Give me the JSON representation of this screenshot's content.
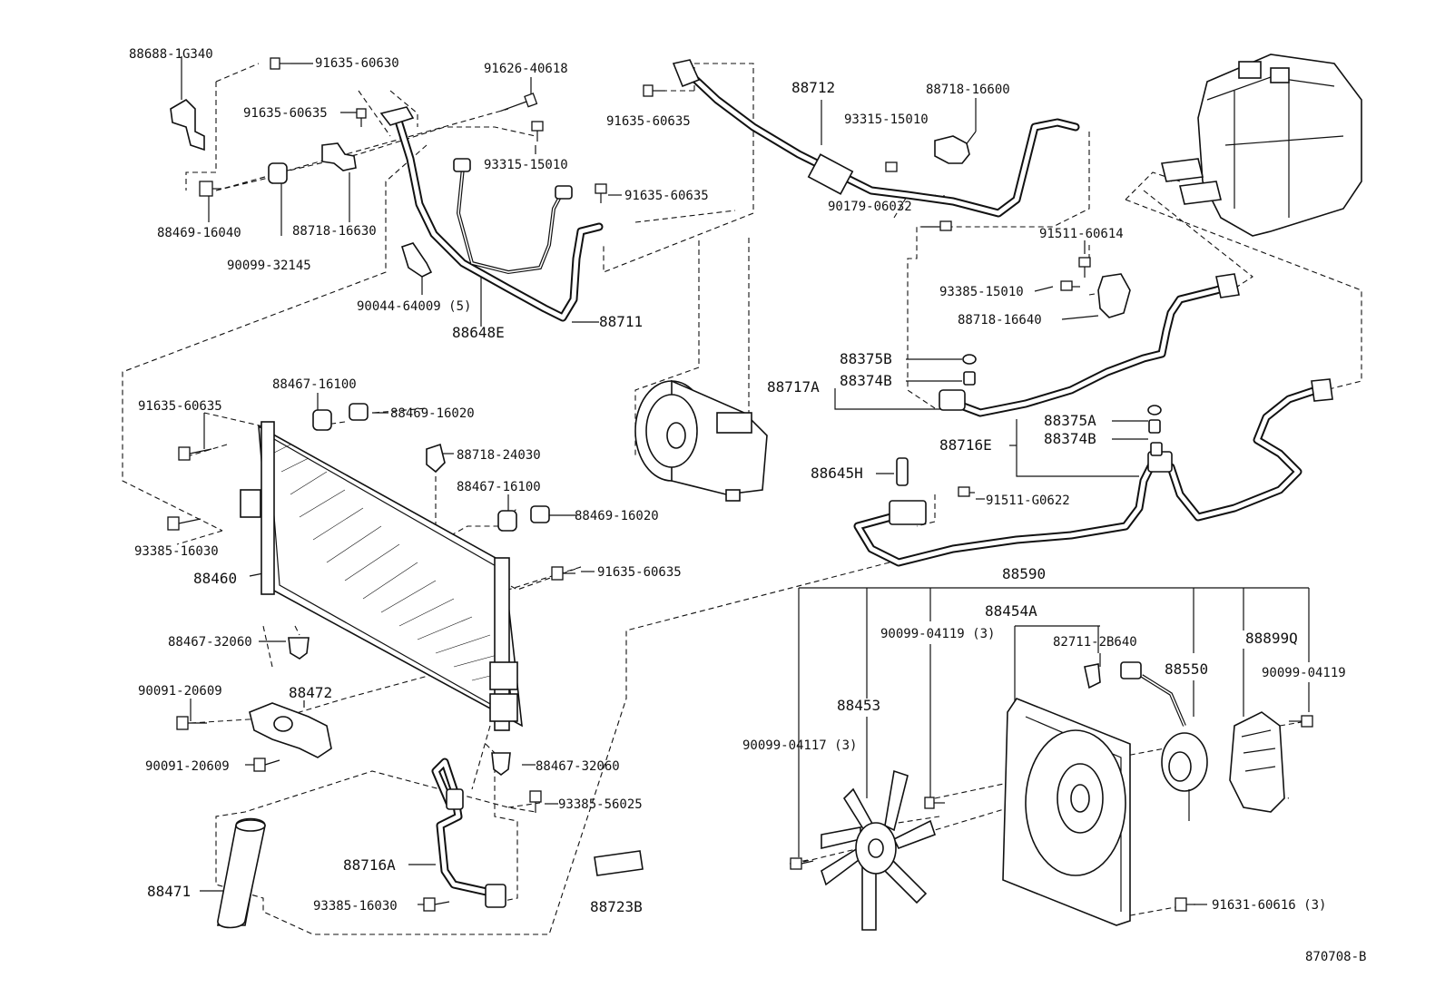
{
  "diagram": {
    "drawing_code": "870708-B",
    "labels": {
      "l_88688": "88688-1G340",
      "l_91635a": "91635-60630",
      "l_91626": "91626-40618",
      "l_91635b": "91635-60635",
      "l_93315a": "93315-15010",
      "l_88469a": "88469-16040",
      "l_90099a": "90099-32145",
      "l_88718a": "88718-16630",
      "l_91635c": "91635-60635",
      "l_90044": "90044-64009 (5)",
      "l_88648e": "88648E",
      "l_88711": "88711",
      "l_91635d": "91635-60635",
      "l_88712": "88712",
      "l_88718b": "88718-16600",
      "l_93315b": "93315-15010",
      "l_90179": "90179-06032",
      "l_91511a": "91511-60614",
      "l_93385a": "93385-15010",
      "l_88718c": "88718-16640",
      "l_88375b": "88375B",
      "l_88717a": "88717A",
      "l_88374b1": "88374B",
      "l_88375a": "88375A",
      "l_88716e": "88716E",
      "l_88374b2": "88374B",
      "l_88645h": "88645H",
      "l_91511b": "91511-G0622",
      "l_91635e": "91635-60635",
      "l_88467a": "88467-16100",
      "l_88469b": "88469-16020",
      "l_88718d": "88718-24030",
      "l_88467b": "88467-16100",
      "l_88469c": "88469-16020",
      "l_93385b": "93385-16030",
      "l_91635f": "91635-60635",
      "l_88460": "88460",
      "l_88467c": "88467-32060",
      "l_90091a": "90091-20609",
      "l_88472": "88472",
      "l_90091b": "90091-20609",
      "l_88467d": "88467-32060",
      "l_93385c": "93385-56025",
      "l_88716a": "88716A",
      "l_88471": "88471",
      "l_93385d": "93385-16030",
      "l_88723b": "88723B",
      "l_88590": "88590",
      "l_88454a": "88454A",
      "l_90099b": "90099-04119 (3)",
      "l_82711": "82711-2B640",
      "l_88550": "88550",
      "l_88899q": "88899Q",
      "l_90099c": "90099-04119",
      "l_88453": "88453",
      "l_90099d": "90099-04117 (3)",
      "l_91631": "91631-60616 (3)"
    },
    "colors": {
      "ink": "#111111",
      "paper": "#ffffff"
    }
  }
}
